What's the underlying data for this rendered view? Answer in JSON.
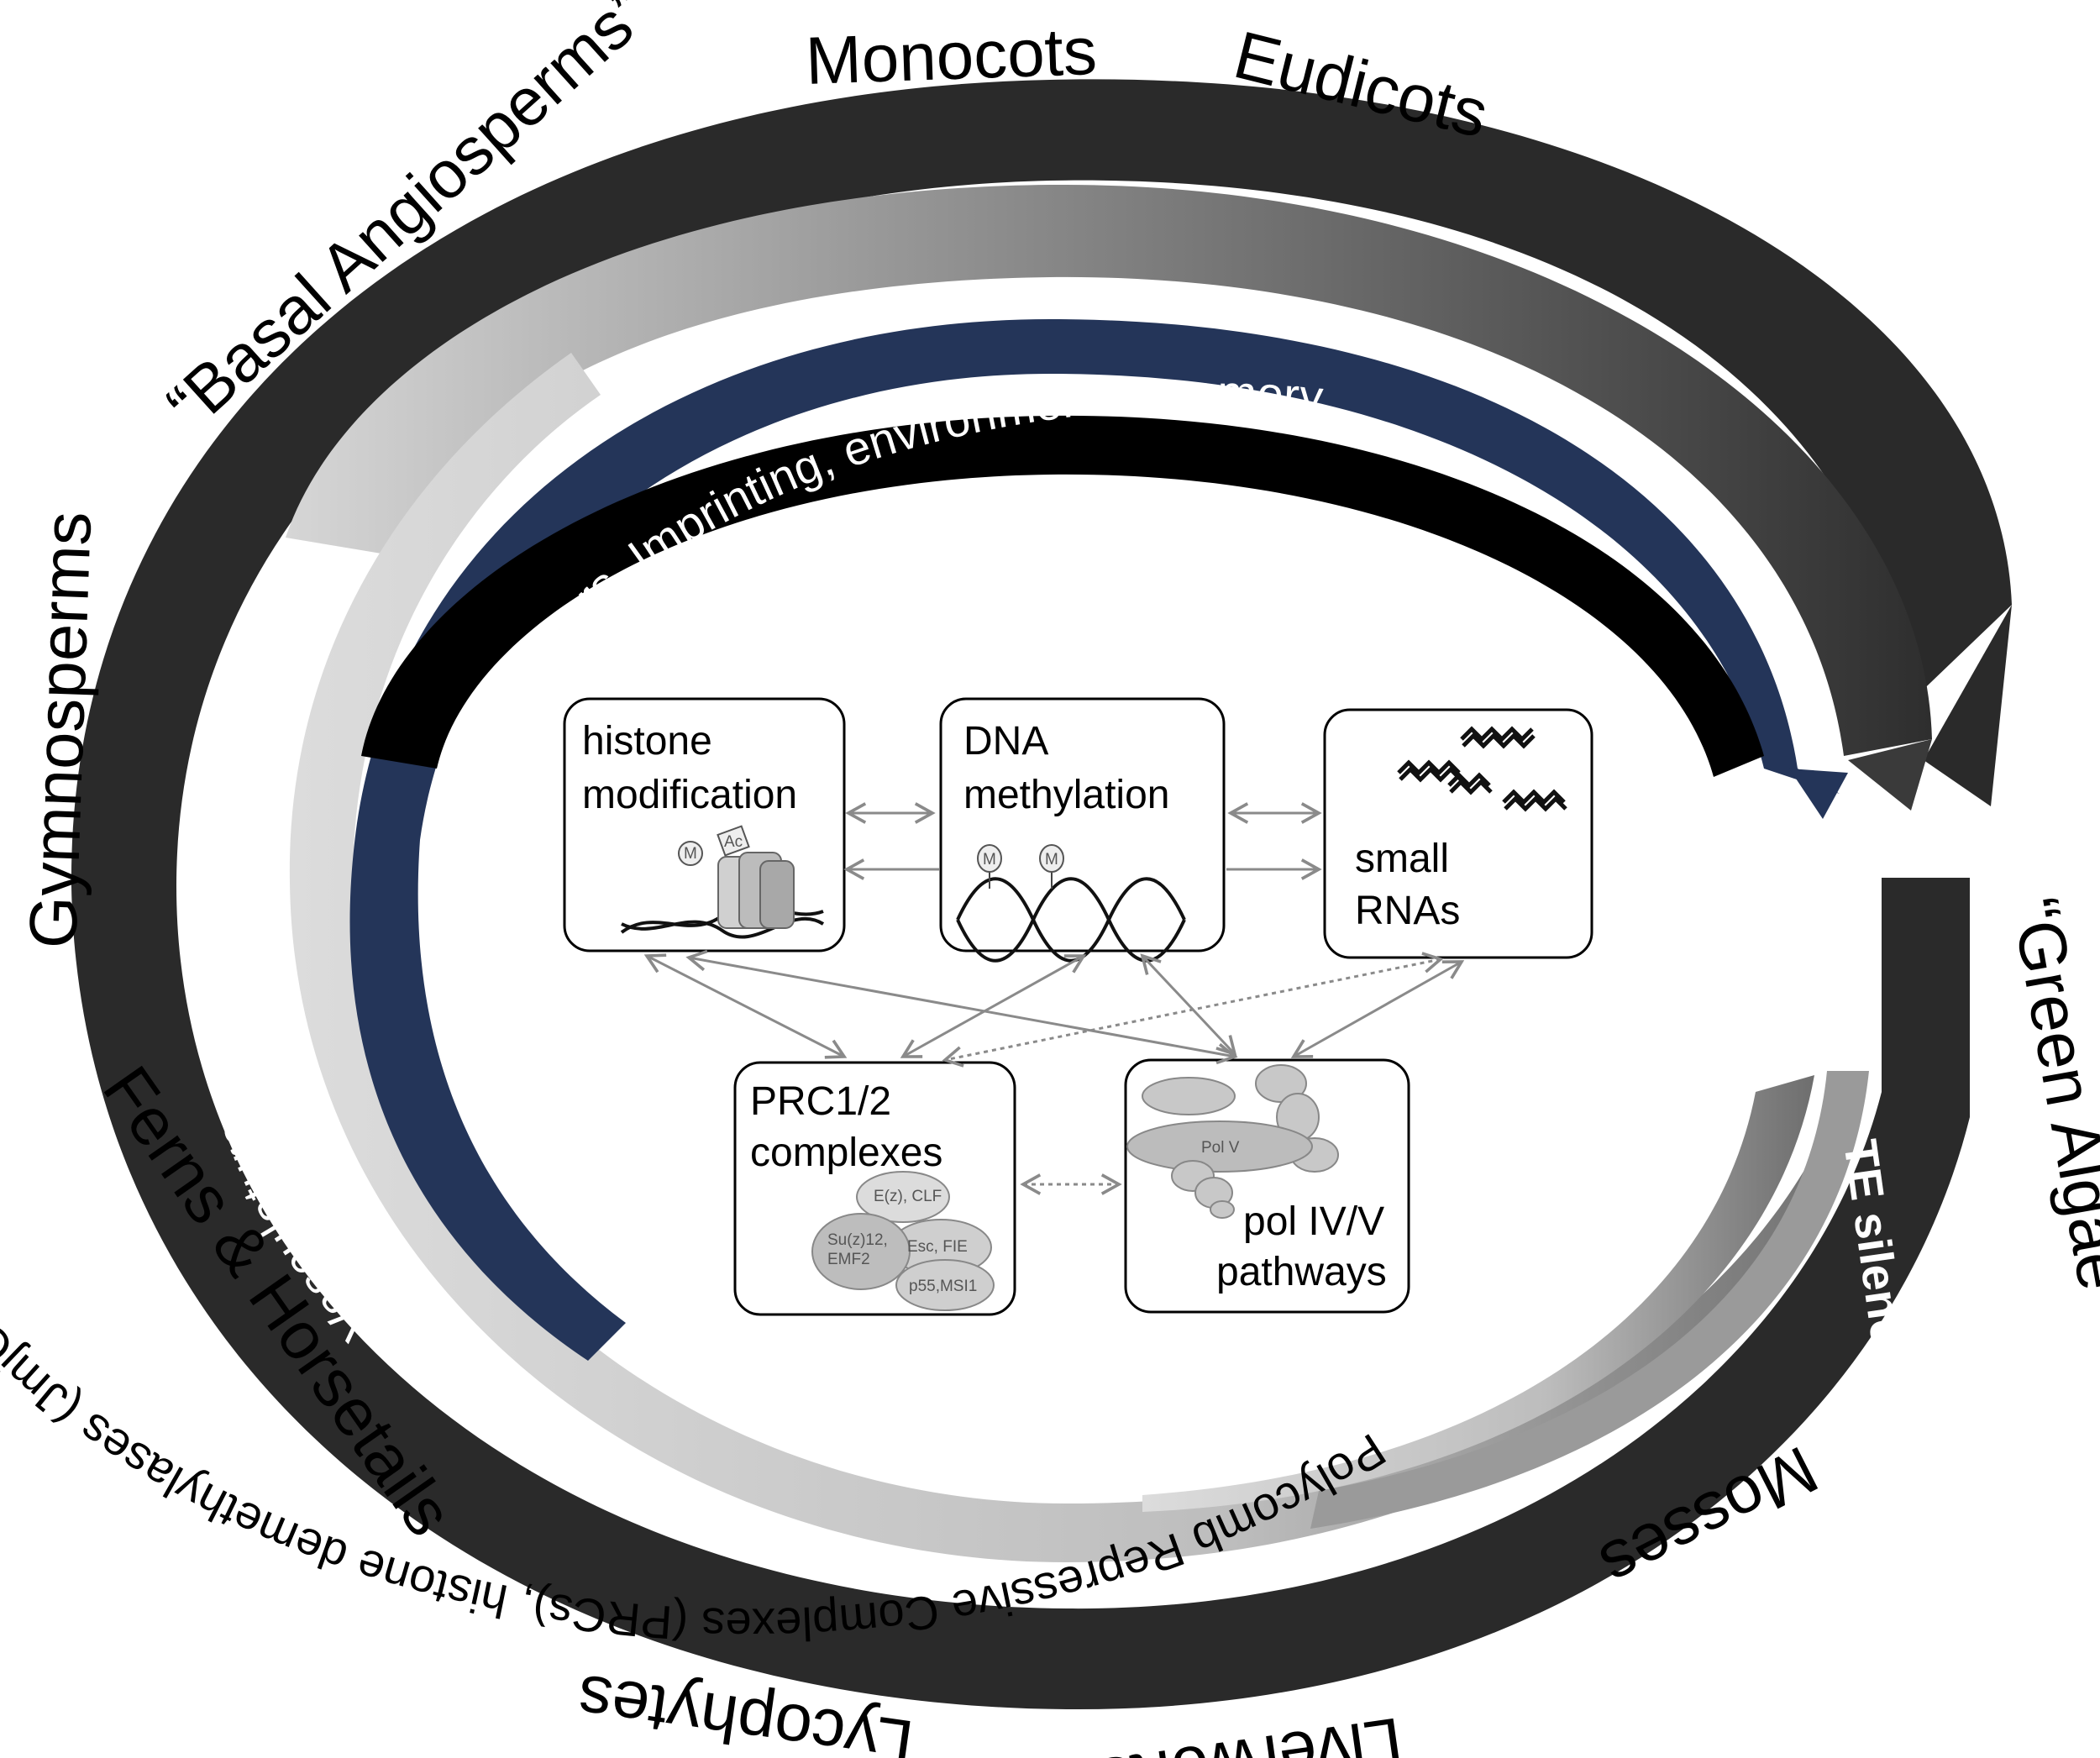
{
  "lineages": {
    "basal_angiosperms": "“Basal Angiosperms”",
    "monocots": "Monocots",
    "eudicots": "Eudicots",
    "gymnosperms": "Gymnosperms",
    "ferns": "Ferns & Horsetails",
    "lycophytes": "Lycophytes",
    "liverworts": "Liverworts",
    "mosses": "Mosses",
    "green_algae": "“Green Algae”"
  },
  "bands": {
    "flowers": "Flowers, Imprinting, environmental memory",
    "vasculature": "Vasculature",
    "prc": "Polycomb Repressive Complexes (PRCs), histone demethylases (JmjC)",
    "te": "TE silencing"
  },
  "boxes": {
    "histone": {
      "line1": "histone",
      "line2": "modification",
      "icon_m": "M",
      "icon_ac": "Ac"
    },
    "dna": {
      "line1": "DNA",
      "line2": "methylation",
      "icon_m1": "M",
      "icon_m2": "M"
    },
    "rna": {
      "line1": "small",
      "line2": "RNAs"
    },
    "prc": {
      "line1": "PRC1/2",
      "line2": "complexes",
      "sub1": "E(z), CLF",
      "sub2": "Su(z)12,",
      "sub3": "EMF2",
      "sub4": "Esc, FIE",
      "sub5": "p55,MSI1"
    },
    "pol": {
      "line1": "pol IV/V",
      "line2": "pathways",
      "core": "Pol V"
    }
  },
  "colors": {
    "outer_ring": "#2a2a2a",
    "flowers_band": "#000000",
    "vasculature_band": "#243559",
    "prc_band_light": "#d9d9d9",
    "prc_band_dark": "#3a3a3a",
    "arrow": "#8a8a8a"
  }
}
